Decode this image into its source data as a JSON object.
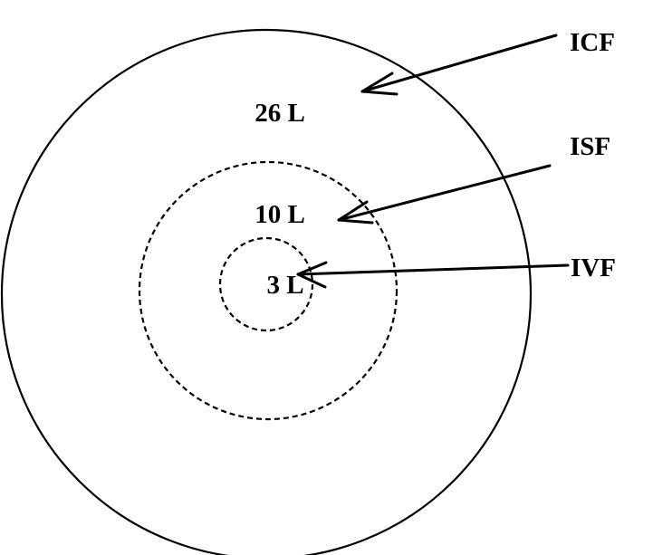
{
  "compartments": [
    {
      "key": "icf",
      "label": "ICF",
      "volume": "26 L"
    },
    {
      "key": "isf",
      "label": "ISF",
      "volume": "10 L"
    },
    {
      "key": "ivf",
      "label": "IVF",
      "volume": "3 L"
    }
  ],
  "colors": {
    "line": "#000000",
    "background": "#ffffff"
  }
}
